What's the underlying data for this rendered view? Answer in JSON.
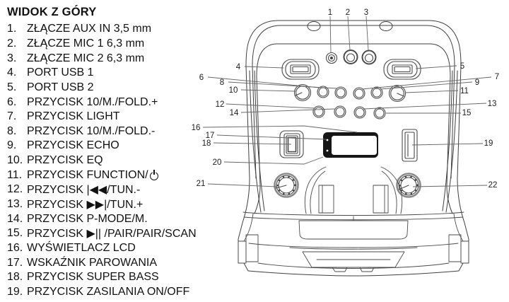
{
  "page": {
    "background": "#ffffff"
  },
  "parts_list": {
    "title": "WIDOK Z GÓRY",
    "items": [
      {
        "num": "1.",
        "text": "ZŁĄCZE AUX IN 3,5 mm"
      },
      {
        "num": "2.",
        "text": "ZŁĄCZE MIC 1 6,3 mm"
      },
      {
        "num": "3.",
        "text": "ZŁĄCZE MIC 2 6,3 mm"
      },
      {
        "num": "4.",
        "text": "PORT USB 1"
      },
      {
        "num": "5.",
        "text": "PORT USB 2"
      },
      {
        "num": "6.",
        "text": "PRZYCISK 10/M./FOLD.+"
      },
      {
        "num": "7.",
        "text": "PRZYCISK LIGHT"
      },
      {
        "num": "8.",
        "text": "PRZYCISK 10/M./FOLD.-"
      },
      {
        "num": "9.",
        "text": "PRZYCISK ECHO"
      },
      {
        "num": "10.",
        "text": "PRZYCISK EQ"
      },
      {
        "num": "11.",
        "text": "PRZYCISK FUNCTION/",
        "icon": "power-icon"
      },
      {
        "num": "12.",
        "text": "PRZYCISK |◀◀/TUN.-"
      },
      {
        "num": "13.",
        "text": "PRZYCISK ▶▶|/TUN.+"
      },
      {
        "num": "14.",
        "text": "PRZYCISK P-MODE/M."
      },
      {
        "num": "15.",
        "text": "PRZYCISK ▶|| /PAIR/PAIR/SCAN"
      },
      {
        "num": "16.",
        "text": "WYŚWIETLACZ LCD"
      },
      {
        "num": "17.",
        "text": "WSKAŹNIK PAROWANIA"
      },
      {
        "num": "18.",
        "text": "PRZYCISK SUPER BASS"
      },
      {
        "num": "19.",
        "text": "PRZYCISK ZASILANIA ON/OFF"
      }
    ]
  },
  "diagram": {
    "view": "top-view-of-speaker",
    "callouts": [
      "1",
      "2",
      "3",
      "4",
      "5",
      "6",
      "7",
      "8",
      "9",
      "10",
      "11",
      "12",
      "13",
      "14",
      "15",
      "16",
      "17",
      "18",
      "19",
      "20",
      "21",
      "22"
    ],
    "colors": {
      "line": "#3f3f3f",
      "callout_line": "#666666",
      "lcd_bezel": "#161616",
      "lcd_screen": "#ffffff"
    }
  }
}
